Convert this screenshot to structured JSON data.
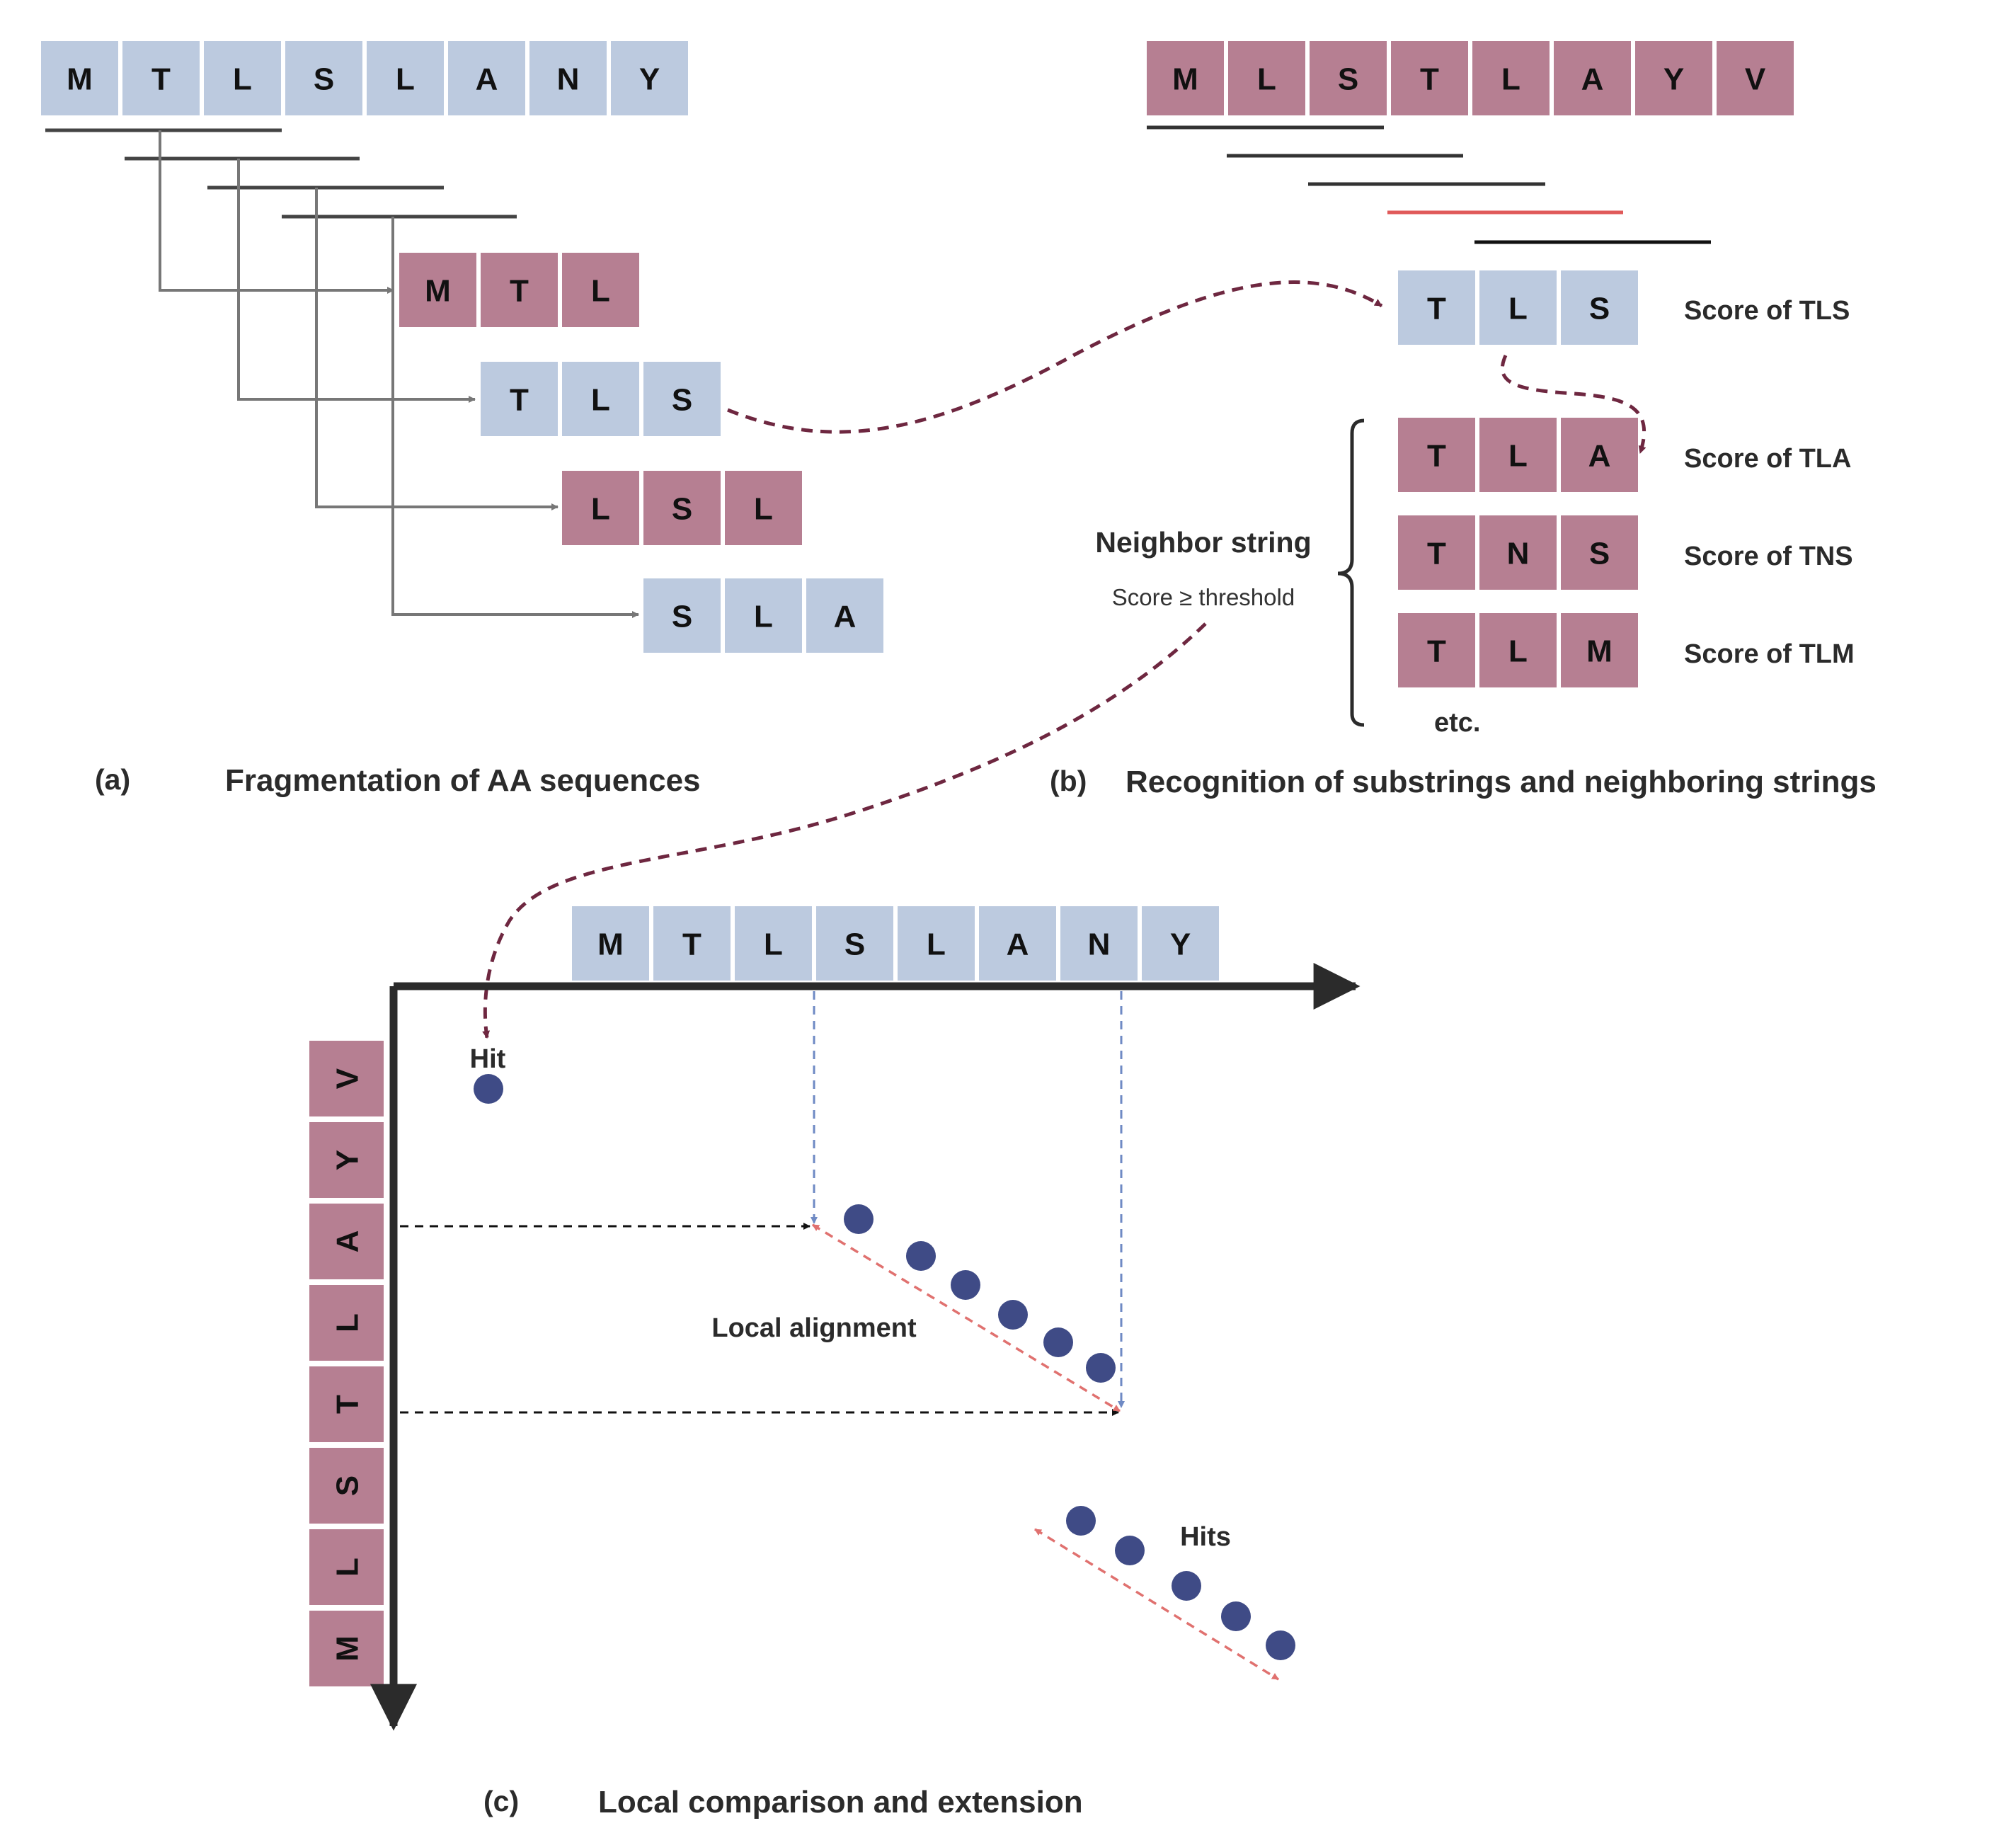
{
  "colors": {
    "query_cell": "#bccadf",
    "subject_cell": "#b67f92",
    "bracket_line": "#444444",
    "connector_gray": "#777777",
    "dashed_curve": "#6e2740",
    "hit_dot": "#3f4b86",
    "alignment_red": "#e0716f",
    "projection_blue": "#6f8ac4",
    "axis": "#2b2b2b"
  },
  "panel_a": {
    "caption_key": "(a)",
    "caption": "Fragmentation of AA sequences",
    "query": [
      "M",
      "T",
      "L",
      "S",
      "L",
      "A",
      "N",
      "Y"
    ],
    "fragments": [
      {
        "letters": [
          "M",
          "T",
          "L"
        ],
        "color": "subject"
      },
      {
        "letters": [
          "T",
          "L",
          "S"
        ],
        "color": "query"
      },
      {
        "letters": [
          "L",
          "S",
          "L"
        ],
        "color": "subject"
      },
      {
        "letters": [
          "S",
          "L",
          "A"
        ],
        "color": "query"
      }
    ]
  },
  "panel_b": {
    "caption_key": "(b)",
    "caption": "Recognition of substrings and neighboring strings",
    "subject": [
      "M",
      "L",
      "S",
      "T",
      "L",
      "A",
      "Y",
      "V"
    ],
    "word": {
      "letters": [
        "T",
        "L",
        "S"
      ],
      "score_label": "Score of TLS"
    },
    "neighbors": [
      {
        "letters": [
          "T",
          "L",
          "A"
        ],
        "score_label": "Score of TLA"
      },
      {
        "letters": [
          "T",
          "N",
          "S"
        ],
        "score_label": "Score of TNS"
      },
      {
        "letters": [
          "T",
          "L",
          "M"
        ],
        "score_label": "Score of TLM"
      }
    ],
    "neighbor_title": "Neighbor string",
    "neighbor_rule": "Score ≥ threshold",
    "etc_label": "etc."
  },
  "panel_c": {
    "caption_key": "(c)",
    "caption": "Local comparison and extension",
    "x_sequence": [
      "M",
      "T",
      "L",
      "S",
      "L",
      "A",
      "N",
      "Y"
    ],
    "y_sequence_top_to_bottom": [
      "V",
      "Y",
      "A",
      "L",
      "T",
      "S",
      "L",
      "M"
    ],
    "hit_label": "Hit",
    "local_alignment_label": "Local alignment",
    "hits_label": "Hits"
  }
}
